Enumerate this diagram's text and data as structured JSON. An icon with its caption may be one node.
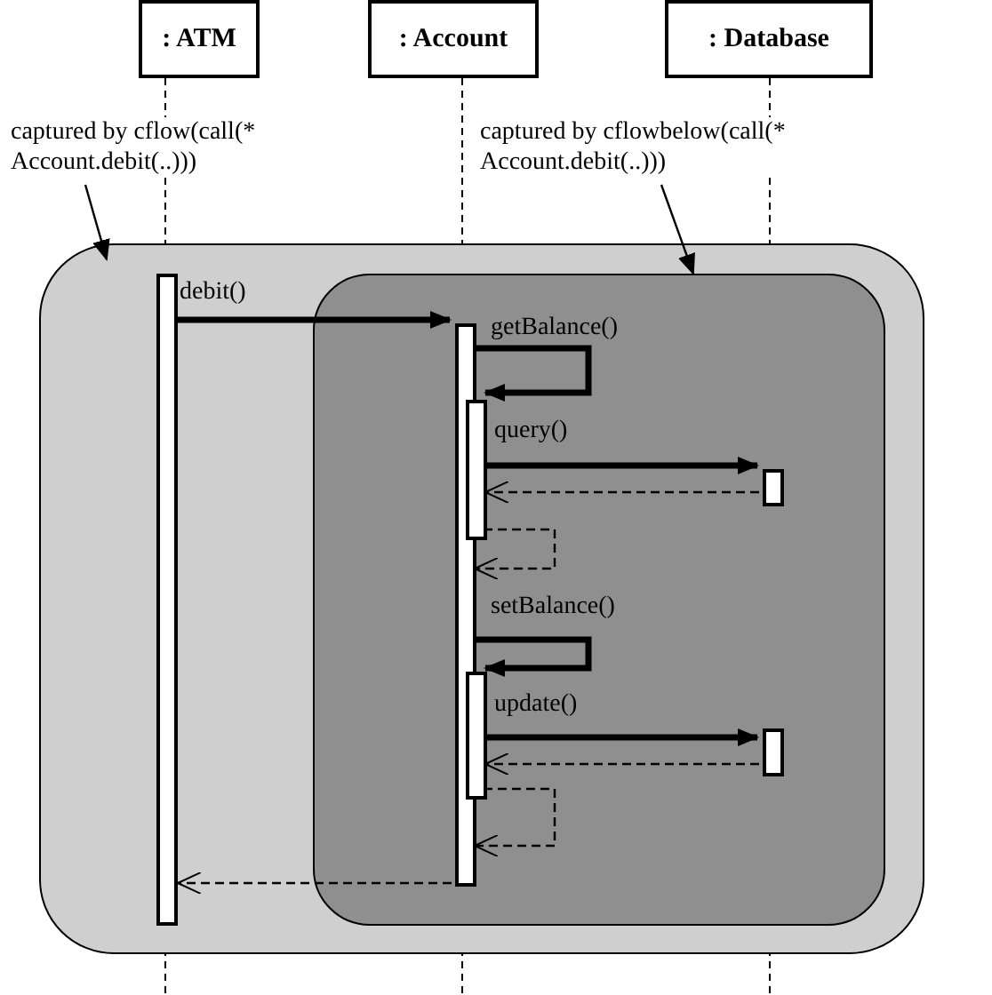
{
  "diagram": {
    "nodes": [
      {
        "text": [
          ": ATM"
        ]
      },
      {
        "text": [
          ": Account"
        ]
      },
      {
        "text": [
          ": Database"
        ]
      },
      {
        "text": [
          "captured by cflow(call(* Account.debit(..)))"
        ]
      },
      {
        "text": [
          "captured by cflowbelow(call(* Account.debit(..)))"
        ]
      },
      {
        "text": [],
        "shape": "box"
      },
      {
        "text": [],
        "shape": "box",
        "in": 5
      },
      {
        "text": [],
        "shape": "bar",
        "in": 5
      },
      {
        "text": [],
        "shape": "bar",
        "in": 6
      },
      {
        "text": [],
        "shape": "bar",
        "in": 6
      },
      {
        "text": [],
        "shape": "bar",
        "in": 6
      },
      {
        "text": [],
        "shape": "bar",
        "in": 6
      },
      {
        "text": [],
        "shape": "bar",
        "in": 6
      }
    ],
    "edges": [
      {
        "from": 7,
        "to": 8,
        "arrow": "to",
        "label": "debit()",
        "style": "thick"
      },
      {
        "from": 8,
        "to": 9,
        "arrow": "to",
        "label": "getBalance()",
        "style": "thick"
      },
      {
        "from": 9,
        "to": 10,
        "arrow": "to",
        "label": "query()",
        "style": "thick"
      },
      {
        "from": 10,
        "to": 9,
        "arrow": "to",
        "style": "dashed"
      },
      {
        "from": 9,
        "to": 8,
        "arrow": "to",
        "style": "dashed"
      },
      {
        "from": 8,
        "to": 11,
        "arrow": "to",
        "label": "setBalance()",
        "style": "thick"
      },
      {
        "from": 11,
        "to": 12,
        "arrow": "to",
        "label": "update()",
        "style": "thick"
      },
      {
        "from": 12,
        "to": 11,
        "arrow": "to",
        "style": "dashed"
      },
      {
        "from": 11,
        "to": 8,
        "arrow": "to",
        "style": "dashed"
      },
      {
        "from": 8,
        "to": 7,
        "arrow": "to",
        "style": "dashed"
      },
      {
        "from": 3,
        "to": 5,
        "arrow": "to"
      },
      {
        "from": 4,
        "to": 6,
        "arrow": "to"
      }
    ]
  }
}
